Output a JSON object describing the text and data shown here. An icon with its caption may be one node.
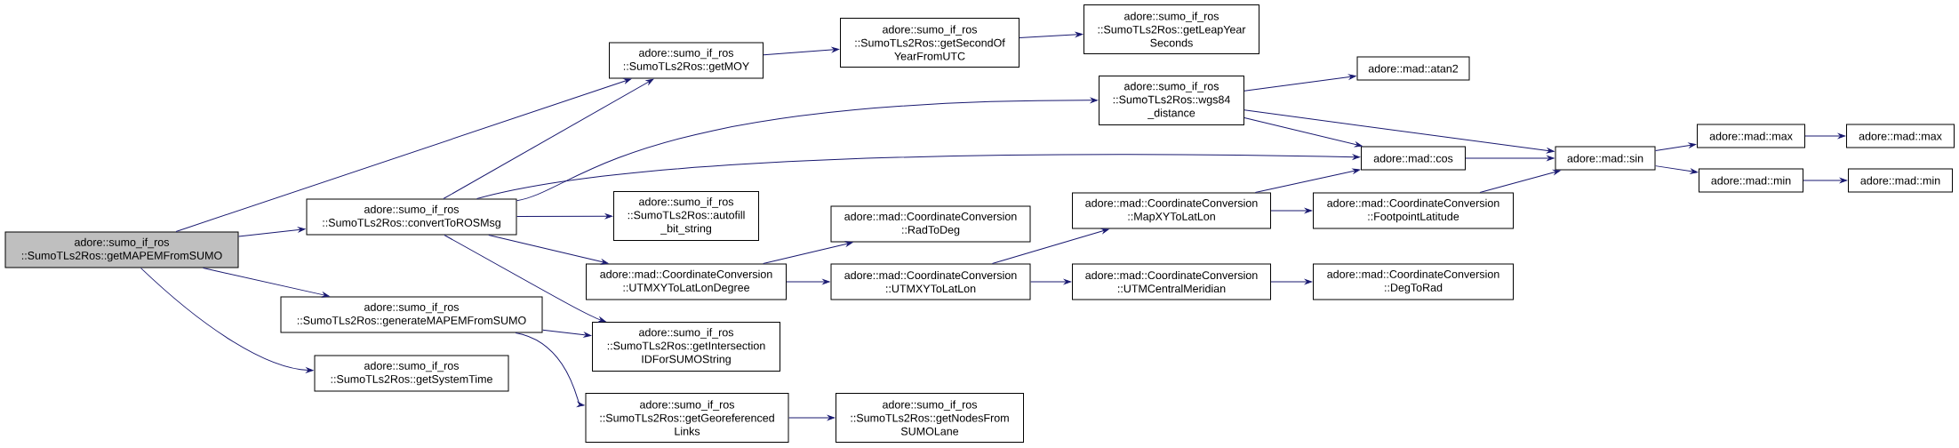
{
  "diagram": {
    "nodes": [
      {
        "text": [
          "adore::sumo_if_ros ::SumoTLs2Ros::getMAPEMFromSUMO"
        ]
      },
      {
        "text": [
          "adore::sumo_if_ros ::SumoTLs2Ros::getMOY"
        ]
      },
      {
        "text": [
          "adore::sumo_if_ros ::SumoTLs2Ros::getSecondOf YearFromUTC"
        ]
      },
      {
        "text": [
          "adore::sumo_if_ros ::SumoTLs2Ros::getLeapYear Seconds"
        ]
      },
      {
        "text": [
          "adore::sumo_if_ros ::SumoTLs2Ros::convertToROSMsg"
        ]
      },
      {
        "text": [
          "adore::sumo_if_ros ::SumoTLs2Ros::wgs84 _distance"
        ]
      },
      {
        "text": [
          "adore::mad::atan2"
        ]
      },
      {
        "text": [
          "adore::mad::cos"
        ]
      },
      {
        "text": [
          "adore::mad::sin"
        ]
      },
      {
        "text": [
          "adore::mad::max"
        ]
      },
      {
        "text": [
          "adore::mad::max"
        ]
      },
      {
        "text": [
          "adore::mad::min"
        ]
      },
      {
        "text": [
          "adore::mad::min"
        ]
      },
      {
        "text": [
          "adore::sumo_if_ros ::SumoTLs2Ros::autofill _bit_string"
        ]
      },
      {
        "text": [
          "adore::mad::CoordinateConversion ::UTMXYToLatLonDegree"
        ]
      },
      {
        "text": [
          "adore::mad::CoordinateConversion ::RadToDeg"
        ]
      },
      {
        "text": [
          "adore::mad::CoordinateConversion ::UTMXYToLatLon"
        ]
      },
      {
        "text": [
          "adore::mad::CoordinateConversion ::MapXYToLatLon"
        ]
      },
      {
        "text": [
          "adore::mad::CoordinateConversion ::FootpointLatitude"
        ]
      },
      {
        "text": [
          "adore::mad::CoordinateConversion ::UTMCentralMeridian"
        ]
      },
      {
        "text": [
          "adore::mad::CoordinateConversion ::DegToRad"
        ]
      },
      {
        "text": [
          "adore::sumo_if_ros ::SumoTLs2Ros::generateMAPEMFromSUMO"
        ]
      },
      {
        "text": [
          "adore::sumo_if_ros ::SumoTLs2Ros::getIntersection IDForSUMOString"
        ]
      },
      {
        "text": [
          "adore::sumo_if_ros ::SumoTLs2Ros::getSystemTime"
        ]
      },
      {
        "text": [
          "adore::sumo_if_ros ::SumoTLs2Ros::getGeoreferenced Links"
        ]
      },
      {
        "text": [
          "adore::sumo_if_ros ::SumoTLs2Ros::getNodesFrom SUMOLane"
        ]
      }
    ],
    "edges": [
      {
        "from": 0,
        "to": 1,
        "arrow": "to"
      },
      {
        "from": 0,
        "to": 4,
        "arrow": "to"
      },
      {
        "from": 0,
        "to": 21,
        "arrow": "to"
      },
      {
        "from": 0,
        "to": 23,
        "arrow": "to"
      },
      {
        "from": 4,
        "to": 1,
        "arrow": "to"
      },
      {
        "from": 4,
        "to": 5,
        "arrow": "to"
      },
      {
        "from": 4,
        "to": 7,
        "arrow": "to"
      },
      {
        "from": 4,
        "to": 13,
        "arrow": "to"
      },
      {
        "from": 4,
        "to": 14,
        "arrow": "to"
      },
      {
        "from": 4,
        "to": 22,
        "arrow": "to"
      },
      {
        "from": 1,
        "to": 2,
        "arrow": "to"
      },
      {
        "from": 2,
        "to": 3,
        "arrow": "to"
      },
      {
        "from": 5,
        "to": 6,
        "arrow": "to"
      },
      {
        "from": 5,
        "to": 7,
        "arrow": "to"
      },
      {
        "from": 5,
        "to": 8,
        "arrow": "to"
      },
      {
        "from": 7,
        "to": 8,
        "arrow": "to"
      },
      {
        "from": 8,
        "to": 9,
        "arrow": "to"
      },
      {
        "from": 8,
        "to": 11,
        "arrow": "to"
      },
      {
        "from": 9,
        "to": 10,
        "arrow": "to"
      },
      {
        "from": 11,
        "to": 12,
        "arrow": "to"
      },
      {
        "from": 14,
        "to": 15,
        "arrow": "to"
      },
      {
        "from": 14,
        "to": 16,
        "arrow": "to"
      },
      {
        "from": 16,
        "to": 17,
        "arrow": "to"
      },
      {
        "from": 16,
        "to": 19,
        "arrow": "to"
      },
      {
        "from": 17,
        "to": 7,
        "arrow": "to"
      },
      {
        "from": 17,
        "to": 18,
        "arrow": "to"
      },
      {
        "from": 18,
        "to": 8,
        "arrow": "to"
      },
      {
        "from": 19,
        "to": 20,
        "arrow": "to"
      },
      {
        "from": 21,
        "to": 22,
        "arrow": "to"
      },
      {
        "from": 21,
        "to": 24,
        "arrow": "to"
      },
      {
        "from": 24,
        "to": 25,
        "arrow": "to"
      }
    ]
  }
}
